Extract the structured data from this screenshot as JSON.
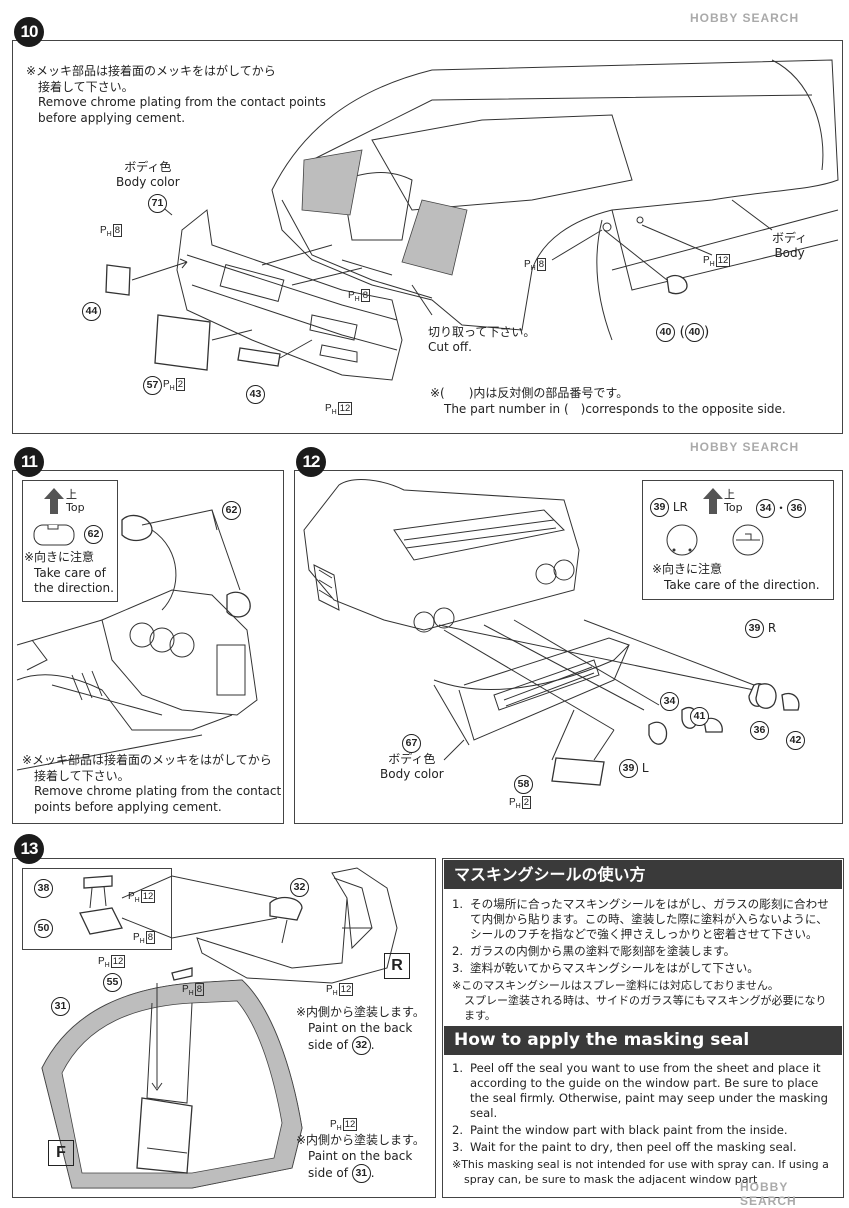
{
  "steps": {
    "s10": "10",
    "s11": "11",
    "s12": "12",
    "s13": "13"
  },
  "step10": {
    "note_jp_1": "※メッキ部品は接着面のメッキをはがしてから",
    "note_jp_2": "接着して下さい。",
    "note_en_1": "Remove chrome plating from the contact points",
    "note_en_2": "before applying cement.",
    "body_color_jp": "ボディ色",
    "body_color_en": "Body color",
    "body_jp": "ボディ",
    "body_en": "Body",
    "cutoff_jp": "切り取って下さい。",
    "cutoff_en": "Cut off.",
    "opp_jp": "※(　　)内は反対側の部品番号です。",
    "opp_en": "The part number in (　)corresponds to the opposite side.",
    "parts": {
      "p71": "71",
      "p44": "44",
      "p57": "57",
      "p43": "43",
      "p40a": "40",
      "p40b": "40"
    },
    "ph": {
      "a": "8",
      "b": "8",
      "c": "2",
      "d": "12",
      "e": "8",
      "f": "12"
    }
  },
  "step11": {
    "top_jp": "上",
    "top_en": "Top",
    "dir_jp": "※向きに注意",
    "dir_en_1": "Take care of",
    "dir_en_2": "the direction.",
    "note_jp_1": "※メッキ部品は接着面のメッキをはがしてから",
    "note_jp_2": "接着して下さい。",
    "note_en_1": "Remove chrome plating from the contact",
    "note_en_2": "points before applying cement.",
    "parts": {
      "p62a": "62",
      "p62b": "62"
    }
  },
  "step12": {
    "top_jp": "上",
    "top_en": "Top",
    "lr": "LR",
    "dir_jp": "※向きに注意",
    "dir_en": "Take care of the direction.",
    "body_color_jp": "ボディ色",
    "body_color_en": "Body color",
    "r_label": "R",
    "l_label": "L",
    "dot": "・",
    "parts": {
      "p39a": "39",
      "p34a": "34",
      "p36a": "36",
      "p39r": "39",
      "p34": "34",
      "p41": "41",
      "p36": "36",
      "p42": "42",
      "p67": "67",
      "p39l": "39",
      "p58": "58"
    },
    "ph": {
      "a": "2"
    }
  },
  "step13": {
    "paint_jp": "※内側から塗装します。",
    "paint_en_1": "Paint on the back",
    "paint_en_2": "side of",
    "letter_r": "R",
    "letter_f": "F",
    "parts": {
      "p38": "38",
      "p50": "50",
      "p32": "32",
      "p55": "55",
      "p31": "31",
      "p32b": "32",
      "p31b": "31"
    },
    "ph": {
      "a": "12",
      "b": "8",
      "c": "12",
      "d": "8",
      "e": "12",
      "f": "12"
    }
  },
  "ph_letters": {
    "p": "P",
    "h": "H"
  },
  "masking": {
    "head_jp": "マスキングシールの使い方",
    "jp_items": [
      {
        "n": "1.",
        "t": "その場所に合ったマスキングシールをはがし、ガラスの彫刻に合わせて内側から貼ります。この時、塗装した際に塗料が入らないように、シールのフチを指などで強く押さえしっかりと密着させて下さい。"
      },
      {
        "n": "2.",
        "t": "ガラスの内側から黒の塗料で彫刻部を塗装します。"
      },
      {
        "n": "3.",
        "t": "塗料が乾いてからマスキングシールをはがして下さい。"
      }
    ],
    "jp_note_1": "※このマスキングシールはスプレー塗料には対応しておりません。",
    "jp_note_2": "スプレー塗装される時は、サイドのガラス等にもマスキングが必要になります。",
    "head_en": "How to apply the masking seal",
    "en_items": [
      {
        "n": "1.",
        "t": "Peel off the seal you want to use from the sheet and place it according to the guide on the window part. Be sure to place the seal firmly. Otherwise, paint may seep under the masking seal."
      },
      {
        "n": "2.",
        "t": "Paint the window part with black paint from the inside."
      },
      {
        "n": "3.",
        "t": "Wait for the paint to dry, then peel off the masking seal."
      }
    ],
    "en_note_1": "※This masking seal is not intended for use with spray can. If using a",
    "en_note_2": "spray can, be sure to mask the adjacent window part"
  },
  "watermark": "HOBBY SEARCH"
}
